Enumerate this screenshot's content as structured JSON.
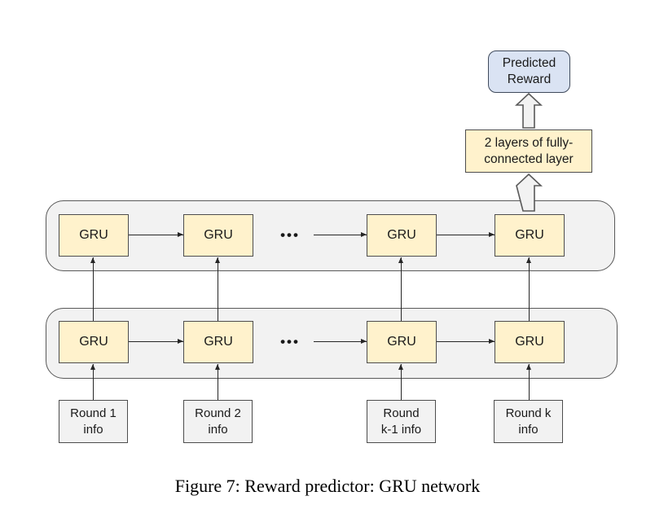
{
  "colors": {
    "background": "#ffffff",
    "container_fill": "#f2f2f2",
    "container_border": "#595959",
    "gru_fill": "#fff2cc",
    "gru_border": "#4d4d4d",
    "blue_fill": "#dae3f3",
    "blue_border": "#3f4a5c",
    "input_fill": "#f2f2f2",
    "input_border": "#4d4d4d",
    "arrow_line": "#262626",
    "block_arrow_fill": "#f2f2f2",
    "block_arrow_border": "#595959",
    "text": "#1a1a1a"
  },
  "diagram": {
    "predicted_reward": {
      "line1": "Predicted",
      "line2": "Reward"
    },
    "fc_layer": {
      "line1": "2 layers of fully-",
      "line2": "connected layer"
    },
    "gru_label": "GRU",
    "ellipsis": "•••",
    "inputs": [
      {
        "line1": "Round 1",
        "line2": "info"
      },
      {
        "line1": "Round 2",
        "line2": "info"
      },
      {
        "line1": "Round",
        "line2": "k-1 info"
      },
      {
        "line1": "Round k",
        "line2": "info"
      }
    ]
  },
  "caption": "Figure 7: Reward predictor: GRU network"
}
